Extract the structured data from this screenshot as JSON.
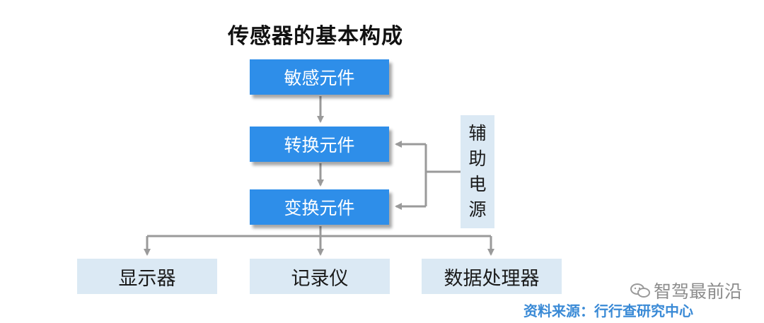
{
  "title": "传感器的基本构成",
  "boxes": {
    "sensitive": "敏感元件",
    "conversion": "转换元件",
    "transform": "变换元件",
    "display": "显示器",
    "recorder": "记录仪",
    "processor": "数据处理器"
  },
  "power": [
    "辅",
    "助",
    "电",
    "源"
  ],
  "watermark": "智驾最前沿",
  "source": "资料来源：行行查研究中心",
  "colors": {
    "primary_box": "#2e8ee9",
    "secondary_box": "#dbe9f4",
    "arrow": "#9a9a9a",
    "source_text": "#3a8ad6"
  },
  "icons": {
    "watermark": "wechat-icon"
  }
}
